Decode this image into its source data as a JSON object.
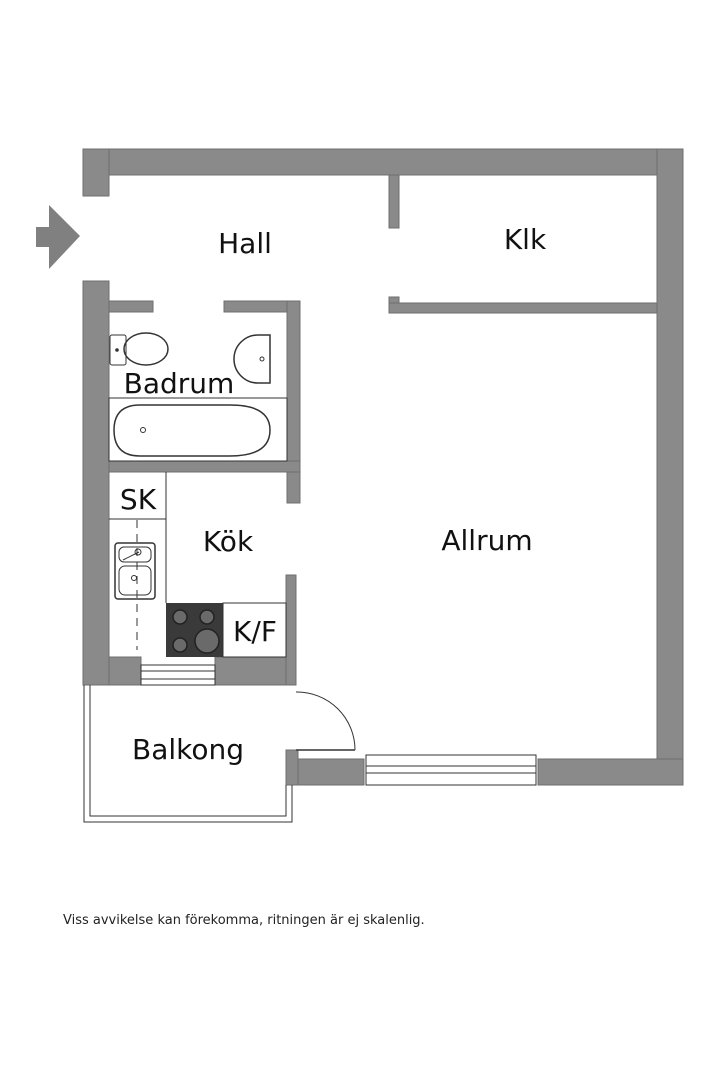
{
  "rooms": {
    "hall": "Hall",
    "klk": "Klk",
    "badrum": "Badrum",
    "sk": "SK",
    "kok": "Kök",
    "kf": "K/F",
    "allrum": "Allrum",
    "balkong": "Balkong"
  },
  "disclaimer": "Viss avvikelse kan förekomma, ritningen är ej skalenlig.",
  "colors": {
    "wall": "#8a8a8a",
    "entry_arrow": "#808080",
    "stove": "#3a3a3a"
  },
  "icons": [
    "entrance-arrow-icon",
    "toilet-icon",
    "sink-icon",
    "bathtub-icon",
    "kitchen-sink-icon",
    "stove-icon",
    "door-swing-icon",
    "window-icon"
  ]
}
